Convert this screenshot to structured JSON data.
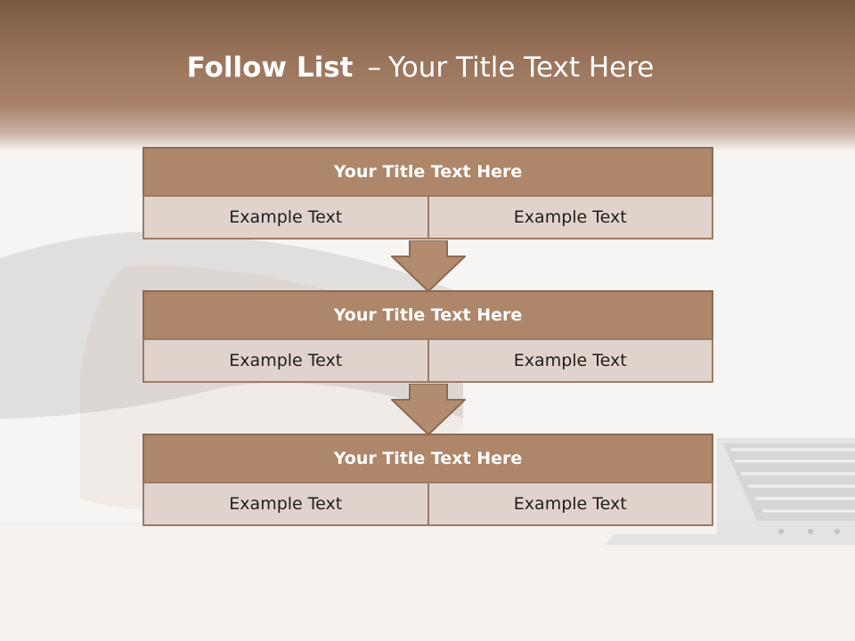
{
  "title": {
    "bold": "Follow List",
    "separator": "–",
    "rest": "Your Title Text Here"
  },
  "steps": [
    {
      "title": "Your Title Text Here",
      "cells": [
        "Example Text",
        "Example Text"
      ]
    },
    {
      "title": "Your Title Text Here",
      "cells": [
        "Example Text",
        "Example Text"
      ]
    },
    {
      "title": "Your Title Text Here",
      "cells": [
        "Example Text",
        "Example Text"
      ]
    }
  ],
  "colors": {
    "header_band": "#8a6750",
    "block_head": "#ae8669",
    "block_cell": "#e0d3cc",
    "arrow": "#b38c6f"
  }
}
